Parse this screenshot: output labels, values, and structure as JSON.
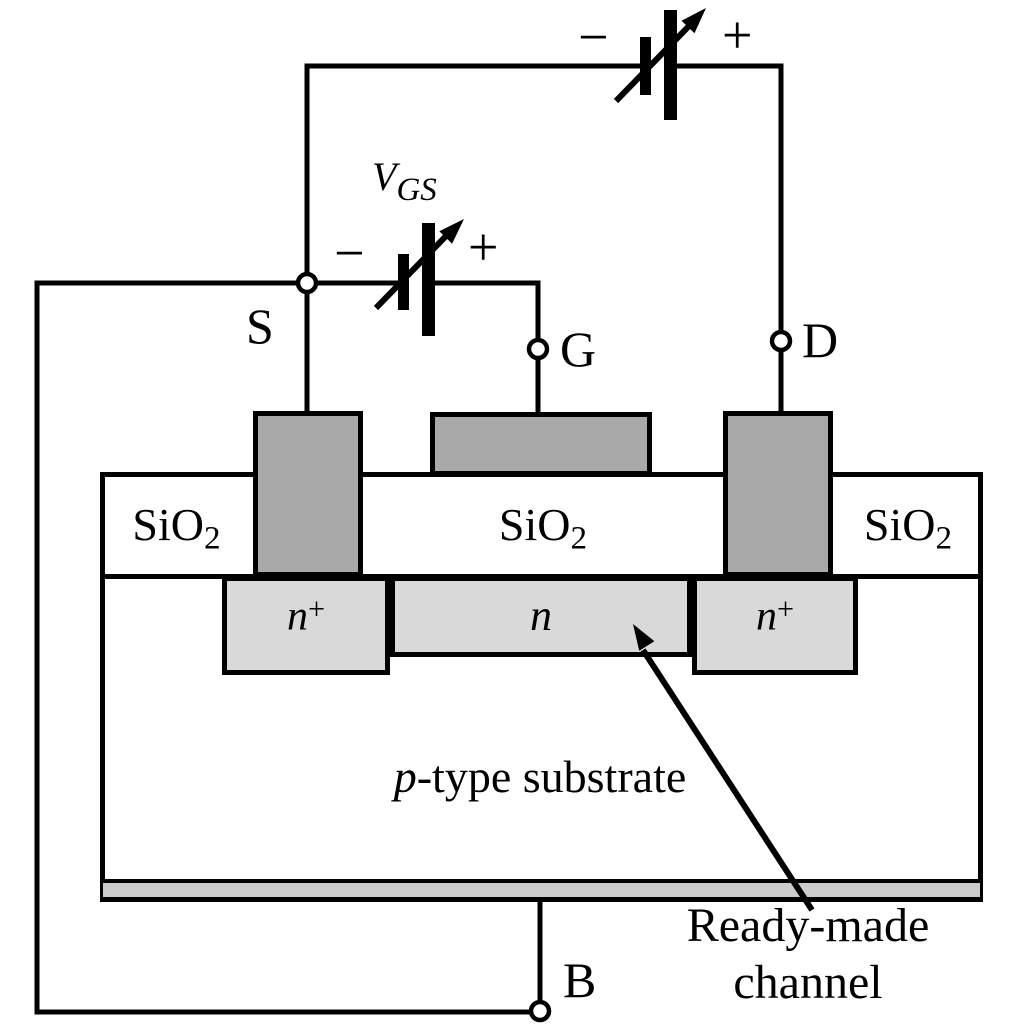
{
  "terminals": {
    "source": "S",
    "gate": "G",
    "drain": "D",
    "body": "B"
  },
  "vds_source": {
    "minus": "−",
    "plus": "+"
  },
  "vgs_source": {
    "label_base": "V",
    "label_sub": "GS",
    "minus": "−",
    "plus": "+"
  },
  "layers": {
    "oxide_base": "SiO",
    "oxide_sub": "2",
    "nplus_base": "n",
    "nplus_sup": "+",
    "channel": "n",
    "substrate_italic": "p",
    "substrate_rest": "-type substrate"
  },
  "annotation": {
    "line1": "Ready-made",
    "line2": "channel"
  },
  "colors": {
    "electrode": "#a9a9a9",
    "diffusion": "#d9d9d9",
    "back_contact": "#cbcbcb",
    "line": "#000000",
    "background": "#ffffff"
  }
}
